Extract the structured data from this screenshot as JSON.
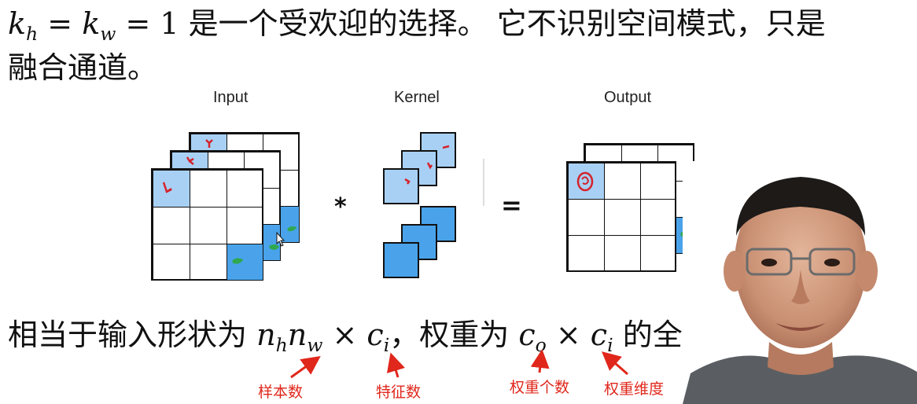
{
  "intro": {
    "math_kh": "k",
    "math_kh_sub": "h",
    "math_eq1": " = ",
    "math_kw": "k",
    "math_kw_sub": "w",
    "math_eq2": " = 1",
    "text_after": " 是一个受欢迎的选择。 它不识别空间模式，只是",
    "line2": "融合通道。"
  },
  "figure": {
    "input_label": "Input",
    "kernel_label": "Kernel",
    "output_label": "Output",
    "star_operator": "*",
    "equals_operator": "="
  },
  "summary": {
    "prefix": "相当于输入形状为 ",
    "n1": "n",
    "n1_sub": "h",
    "n2": "n",
    "n2_sub": "w",
    "times1": " × ",
    "ci1": "c",
    "ci1_sub": "i",
    "mid": "，权重为 ",
    "co": "c",
    "co_sub": "o",
    "times2": " × ",
    "ci2": "c",
    "ci2_sub": "i",
    "suffix": " 的全连"
  },
  "annotations": {
    "samples": "样本数",
    "features": "特征数",
    "num_weights": "权重个数",
    "weight_dim": "权重维度",
    "color": "#e0271b"
  },
  "colors": {
    "cell_blue": "#4aa3ea",
    "cell_light_blue": "#a8d0f5",
    "stroke": "#111111"
  }
}
